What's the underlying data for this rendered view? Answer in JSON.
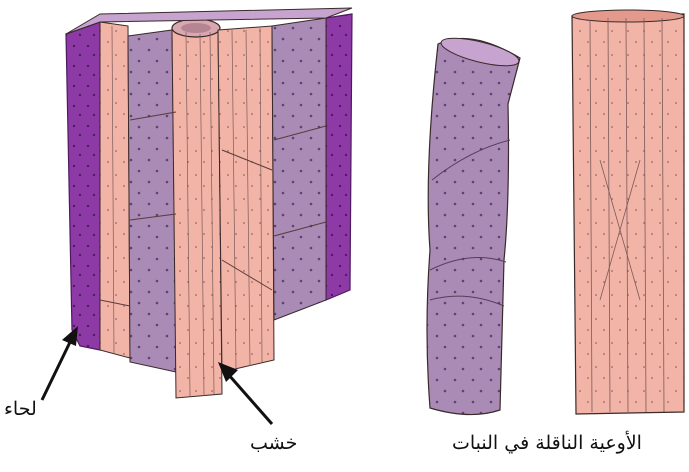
{
  "labels": {
    "phloem": "لحاء",
    "xylem": "خشب",
    "caption": "الأوعية الناقلة في النبات"
  },
  "colors": {
    "phloem_purple": "#8e3aa6",
    "phloem_dark": "#6a2583",
    "vessel_pink": "#f2b4a6",
    "vessel_pink_dark": "#d88e80",
    "vessel_lilac": "#a98bb6",
    "vessel_lilac_dark": "#7e6690",
    "outline": "#3a2a2a"
  }
}
